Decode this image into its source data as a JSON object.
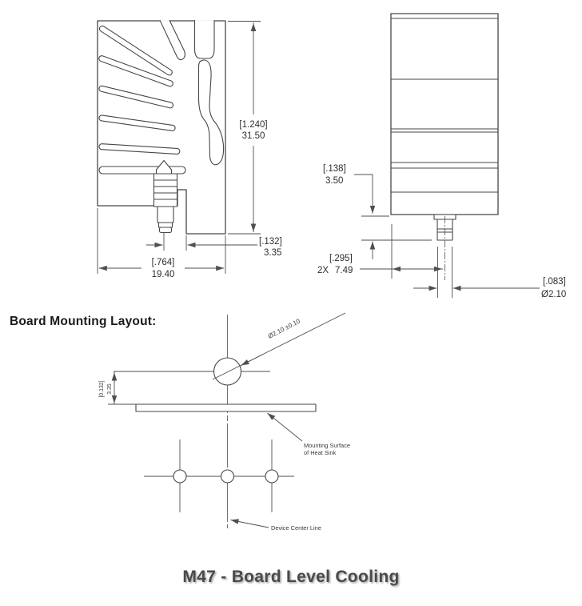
{
  "drawing": {
    "side_view": {
      "height_dim": {
        "inch": "[1.240]",
        "mm": "31.50"
      },
      "offset_dim": {
        "inch": "[.132]",
        "mm": "3.35"
      },
      "width_dim": {
        "inch": "[.764]",
        "mm": "19.40"
      }
    },
    "front_view": {
      "pin_length_dim": {
        "inch": "[.138]",
        "mm": "3.50"
      },
      "pin_offset_dim": {
        "qty": "2X",
        "inch": "[.295]",
        "mm": "7.49"
      },
      "pin_dia_dim": {
        "inch": "[.083]",
        "mm": "Ø2.10"
      }
    },
    "board_layout": {
      "heading": "Board Mounting Layout:",
      "hole_dia_label": "Ø2.10 ±0.10",
      "height_dim": {
        "inch": "[0.132]",
        "mm": "3.35"
      },
      "surface_label_line1": "Mounting Surface",
      "surface_label_line2": "of Heat Sink",
      "centerline_label": "Device Center Line"
    }
  },
  "footer": {
    "title": "M47 - Board Level Cooling"
  },
  "colors": {
    "line": "#474747",
    "dimension_line": "#4f4f4f",
    "text": "#2e2e2e",
    "title": "#4a4a4a",
    "background": "#ffffff"
  }
}
